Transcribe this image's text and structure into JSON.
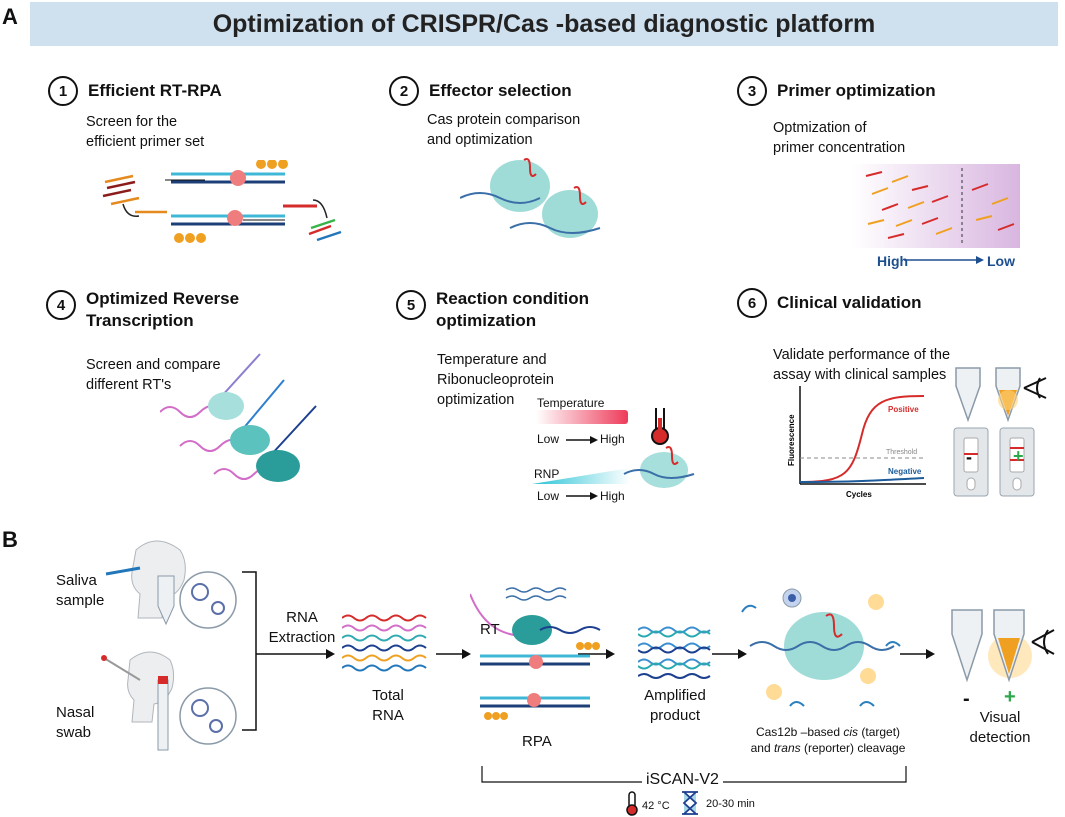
{
  "panels": {
    "a": "A",
    "b": "B"
  },
  "banner_title": "Optimization of CRISPR/Cas -based diagnostic platform",
  "steps": [
    {
      "num": "1",
      "title": "Efficient RT-RPA",
      "desc": [
        "Screen for the",
        "efficient primer set"
      ]
    },
    {
      "num": "2",
      "title": "Effector selection",
      "desc": [
        "Cas protein comparison",
        "and optimization"
      ]
    },
    {
      "num": "3",
      "title": "Primer optimization",
      "desc": [
        "Optmization of",
        "primer concentration"
      ],
      "gradient_start": "High",
      "gradient_end": "Low"
    },
    {
      "num": "4",
      "title": [
        "Optimized Reverse",
        "Transcription"
      ],
      "desc": [
        "Screen and compare",
        "different RT's"
      ]
    },
    {
      "num": "5",
      "title": [
        "Reaction condition",
        "optimization"
      ],
      "desc": [
        "Temperature and",
        "Ribonucleoprotein",
        "optimization"
      ],
      "temperature_label": "Temperature",
      "rnp_label": "RNP",
      "low": "Low",
      "high": "High"
    },
    {
      "num": "6",
      "title": "Clinical validation",
      "desc": [
        "Validate performance of the",
        "assay with clinical samples"
      ],
      "plot": {
        "ylabel": "Fluorescence",
        "xlabel": "Cycles",
        "positive": "Positive",
        "negative": "Negative",
        "threshold": "Threshold"
      },
      "minus": "-",
      "plus": "+"
    }
  ],
  "workflow": {
    "saliva": [
      "Saliva",
      "sample"
    ],
    "nasal": [
      "Nasal",
      "swab"
    ],
    "rna_extraction": [
      "RNA",
      "Extraction"
    ],
    "total_rna": [
      "Total",
      "RNA"
    ],
    "rt": "RT",
    "rpa": "RPA",
    "amplified": [
      "Amplified",
      "product"
    ],
    "cas12b_line1_pre": "Cas12b –based ",
    "cas12b_line1_em": "cis",
    "cas12b_line1_post": " (target)",
    "cas12b_line2_pre": "and ",
    "cas12b_line2_em": "trans",
    "cas12b_line2_post": " (reporter) cleavage",
    "visual": [
      "Visual",
      "detection"
    ],
    "minus": "-",
    "plus": "+",
    "iscan": "iSCAN-V2",
    "temp": "42 °C",
    "time": "20-30 min"
  },
  "colors": {
    "banner": "#cfe0ef",
    "positive": "#d62b2b",
    "negative": "#1d5b9a",
    "teal": "#7fd1cf",
    "orange": "#f0a020"
  }
}
